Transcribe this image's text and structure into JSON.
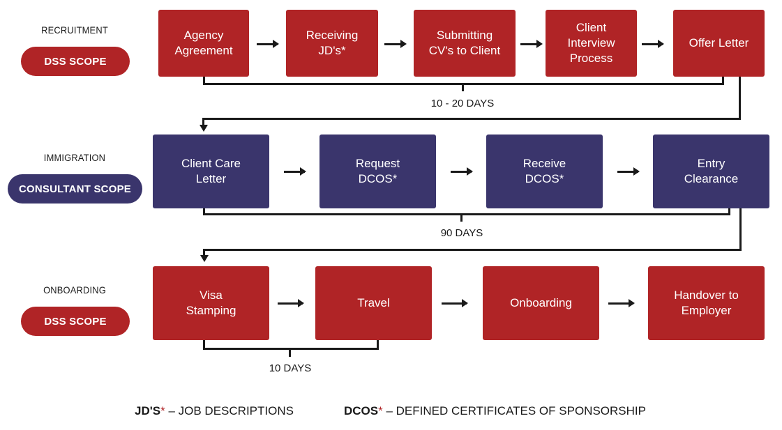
{
  "colors": {
    "dss": "#B02426",
    "consultant": "#3A356C",
    "connector": "#1a1a1a"
  },
  "sections": [
    {
      "label": "RECRUITMENT",
      "scope": "DSS SCOPE",
      "steps": [
        "Agency\nAgreement",
        "Receiving\nJD's*",
        "Submitting\nCV's to Client",
        "Client\nInterview\nProcess",
        "Offer Letter"
      ],
      "duration": "10 - 20 DAYS"
    },
    {
      "label": "IMMIGRATION",
      "scope": "CONSULTANT SCOPE",
      "steps": [
        "Client Care\nLetter",
        "Request\nDCOS*",
        "Receive\nDCOS*",
        "Entry\nClearance"
      ],
      "duration": "90 DAYS"
    },
    {
      "label": "ONBOARDING",
      "scope": "DSS SCOPE",
      "steps": [
        "Visa\nStamping",
        "Travel",
        "Onboarding",
        "Handover to\nEmployer"
      ],
      "duration": "10 DAYS"
    }
  ],
  "legend": [
    {
      "term": "JD'S",
      "marker": "*",
      "definition": " – JOB DESCRIPTIONS"
    },
    {
      "term": "DCOS",
      "marker": "*",
      "definition": " – DEFINED CERTIFICATES OF SPONSORSHIP"
    }
  ]
}
